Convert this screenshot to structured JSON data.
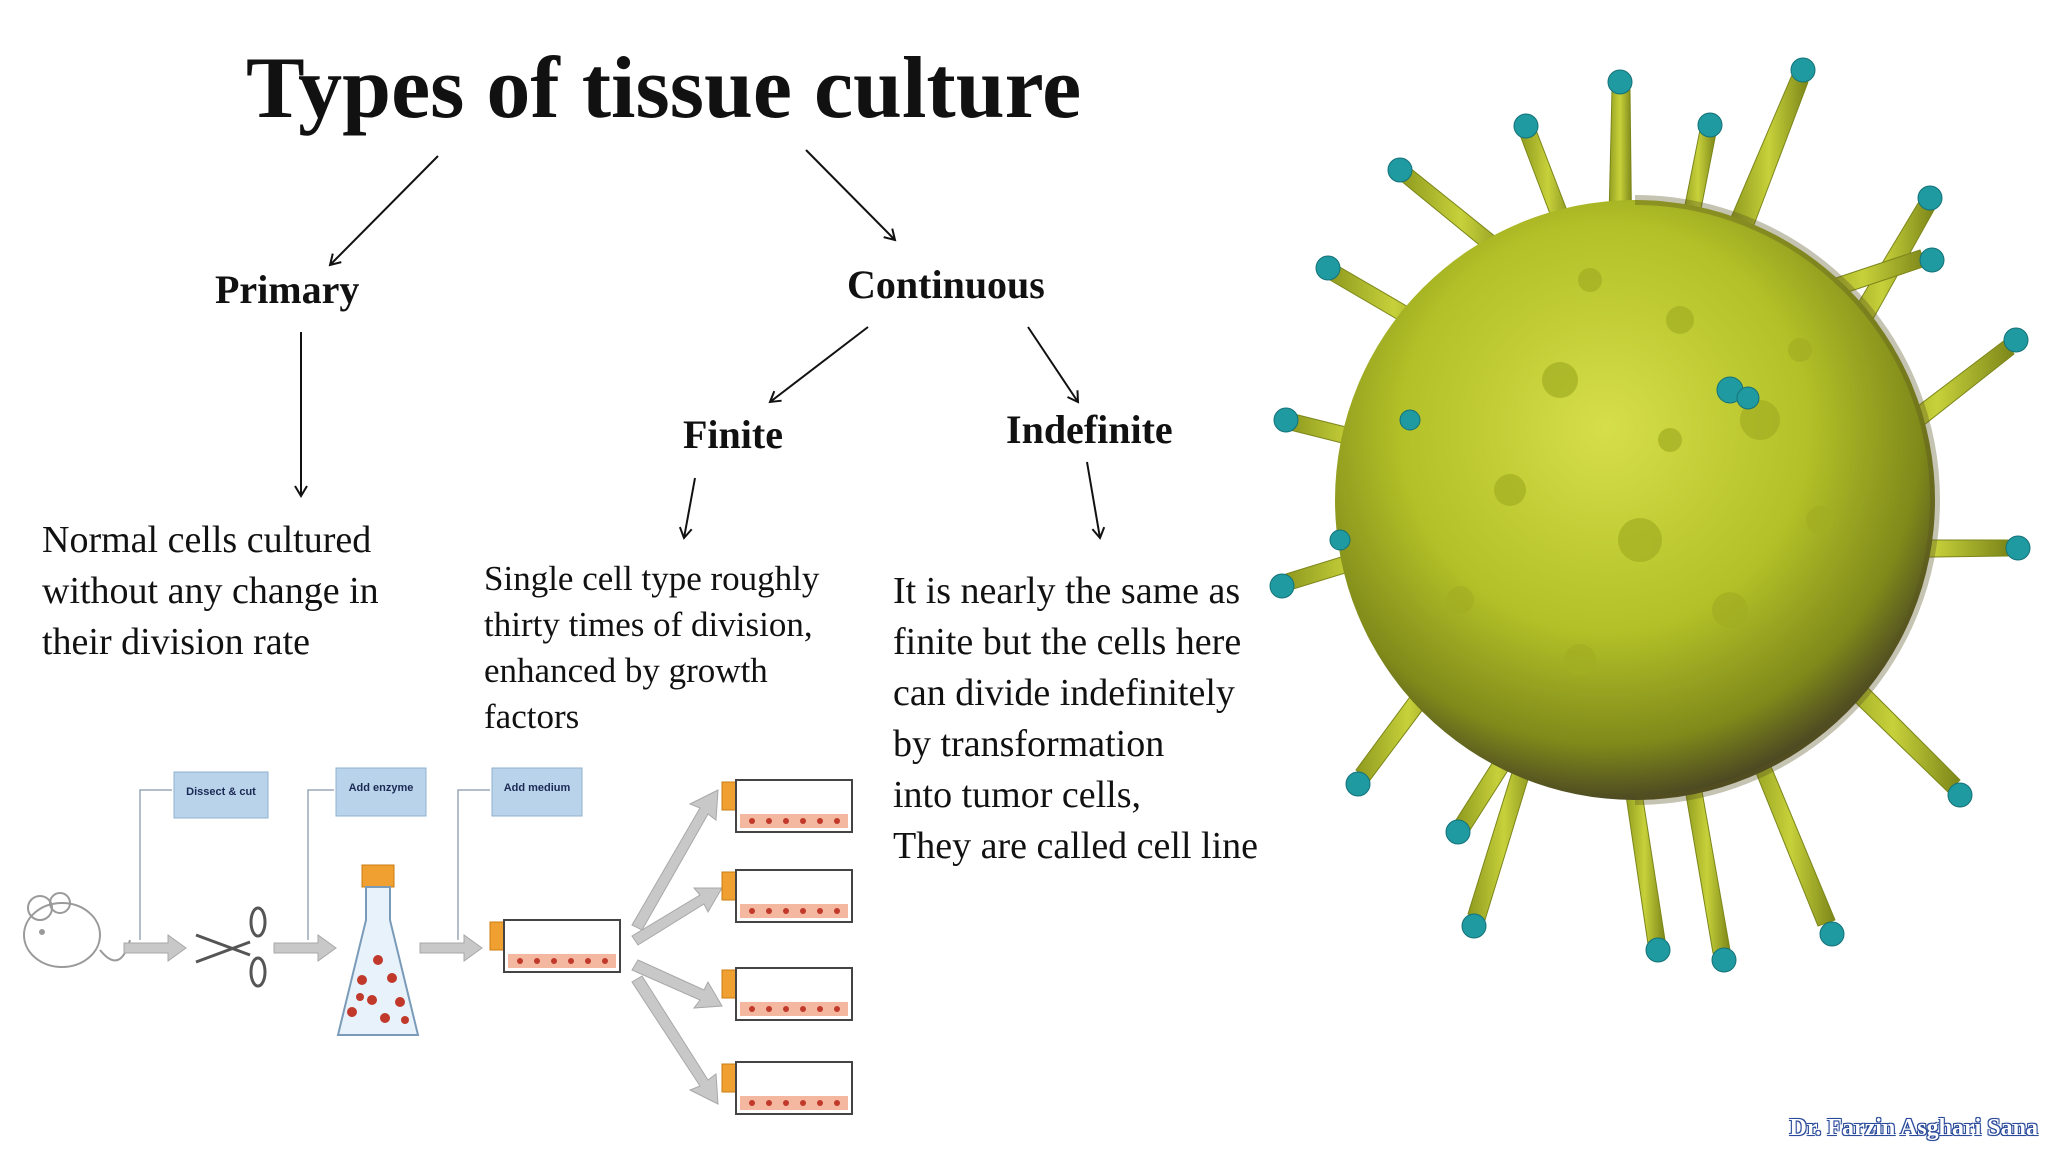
{
  "title": "Types of tissue culture",
  "nodes": {
    "primary": "Primary",
    "continuous": "Continuous",
    "finite": "Finite",
    "indefinite": "Indefinite"
  },
  "primary_description": [
    "Normal cells cultured",
    "without any change in",
    "their division rate"
  ],
  "finite_description": [
    "Single cell type roughly",
    "thirty times of division,",
    "enhanced by growth",
    "factors"
  ],
  "indefinite_description": [
    "It is nearly the same as",
    "finite but the cells here",
    "can divide indefinitely",
    "by transformation",
    "into tumor cells,",
    "They are called cell line"
  ],
  "process_steps": [
    "Dissect & cut",
    "Add enzyme",
    "Add medium"
  ],
  "credit": "Dr. Farzin Asghari Sana",
  "colors": {
    "virus_body": "#b9c62a",
    "virus_tip": "#1f9aa0",
    "step_box": "#b9d3ea",
    "flask_cap": "#f0a030"
  }
}
